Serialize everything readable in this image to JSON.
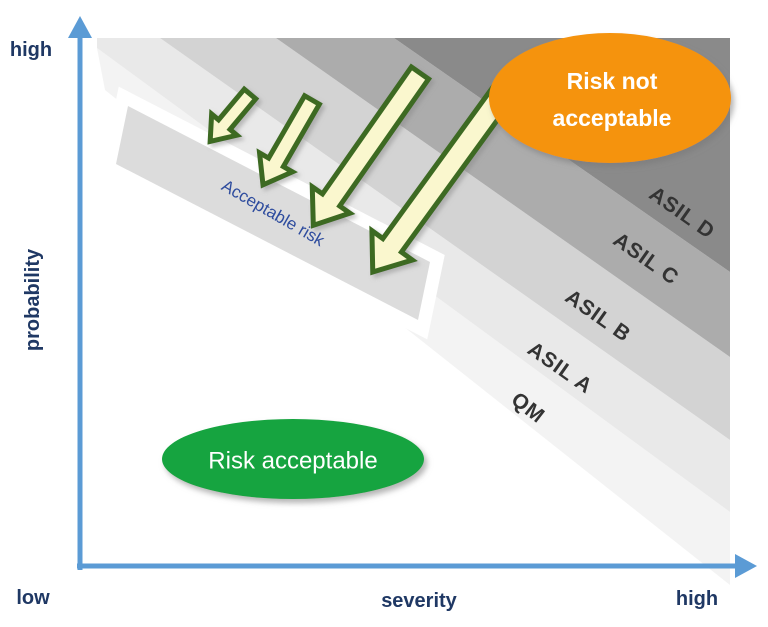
{
  "diagram": {
    "type": "risk-classification-diagram",
    "topic": "ASIL risk graph (probability vs severity)"
  },
  "axes": {
    "y_high_label": "high",
    "y_axis_label": "probability",
    "origin_label": "low",
    "x_axis_label": "severity",
    "x_high_label": "high",
    "axis_color": "#5B9BD5",
    "label_color": "#1F3864"
  },
  "bands": [
    {
      "id": "qm",
      "label": "QM",
      "color": "#F3F3F3"
    },
    {
      "id": "asil-a",
      "label": "ASIL A",
      "color": "#E9E9E9"
    },
    {
      "id": "asil-b",
      "label": "ASIL B",
      "color": "#D3D3D3"
    },
    {
      "id": "asil-c",
      "label": "ASIL C",
      "color": "#ACACAC"
    },
    {
      "id": "asil-d",
      "label": "ASIL D",
      "color": "#8A8A8A"
    }
  ],
  "acceptable_band": {
    "label": "Acceptable risk",
    "color": "#DCDCDC",
    "text_color": "#2E4C9E"
  },
  "zones": [
    {
      "id": "risk-not-acceptable",
      "label_line1": "Risk not",
      "label_line2": "acceptable",
      "color": "#F5930A",
      "text_color": "#ffffff"
    },
    {
      "id": "risk-acceptable",
      "label": "Risk acceptable",
      "color": "#12A43F",
      "text_color": "#ffffff"
    }
  ],
  "arrows": {
    "count": 4,
    "fill": "#FAF7CE",
    "stroke": "#3E6A24"
  }
}
